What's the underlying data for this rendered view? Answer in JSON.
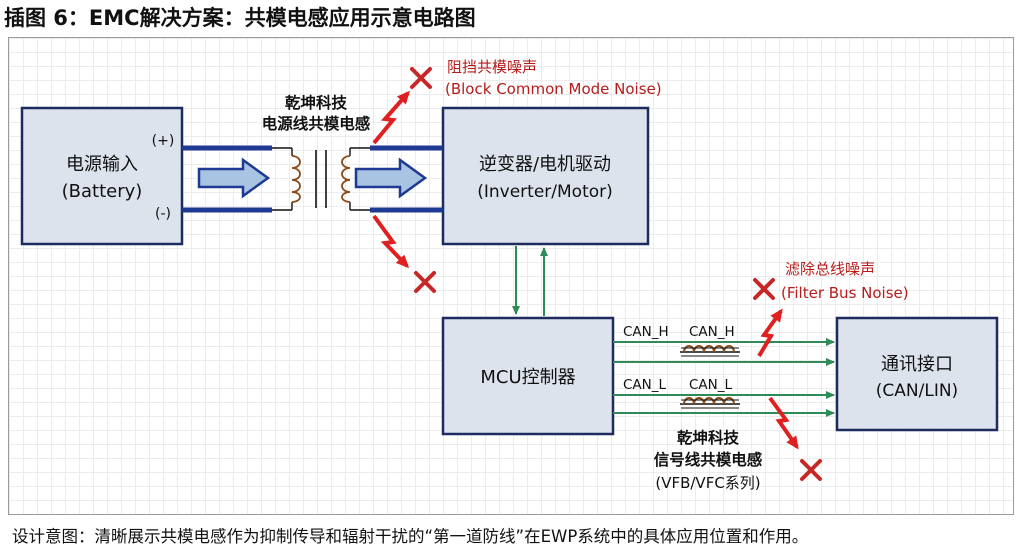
{
  "figure_title": "插图 6：EMC解决方案：共模电感应用示意电路图",
  "caption": "设计意图：清晰展示共模电感作为抑制传导和辐射干扰的“第一道防线”在EWP系统中的具体应用位置和作用。",
  "colors": {
    "box_fill": "#dde3ed",
    "box_border": "#1d2b5f",
    "power_line": "#1f3a93",
    "signal_line": "#2e8b57",
    "noise_red": "#e02020",
    "cross_red": "#c62828",
    "annotation_red": "#b71c1c",
    "arrow_fill": "#a9c3e2"
  },
  "blocks": {
    "power": {
      "line1": "电源输入",
      "line2": "(Battery)"
    },
    "inverter": {
      "line1": "逆变器/电机驱动",
      "line2": "(Inverter/Motor)"
    },
    "mcu": {
      "line1": "MCU控制器"
    },
    "comm": {
      "line1": "通讯接口",
      "line2": "(CAN/LIN)"
    }
  },
  "power_labels": {
    "plus": "(+)",
    "minus": "(-)"
  },
  "power_inductor": {
    "line1": "乾坤科技",
    "line2": "电源线共模电感"
  },
  "noise_power": {
    "line1": "阻挡共模噪声",
    "line2": "(Block Common Mode Noise)"
  },
  "noise_bus": {
    "line1": "滤除总线噪声",
    "line2": "(Filter Bus Noise)"
  },
  "can_labels": {
    "h_wire": "CAN_H",
    "h_coil": "CAN_H",
    "l_wire": "CAN_L",
    "l_coil": "CAN_L"
  },
  "signal_inductor": {
    "line1": "乾坤科技",
    "line2": "信号线共模电感",
    "line3": "(VFB/VFC系列)"
  },
  "icons": [
    "right-arrow-icon",
    "lightning-bolt-icon",
    "cross-mark-icon",
    "transformer-coil-icon",
    "inductor-coil-icon"
  ]
}
